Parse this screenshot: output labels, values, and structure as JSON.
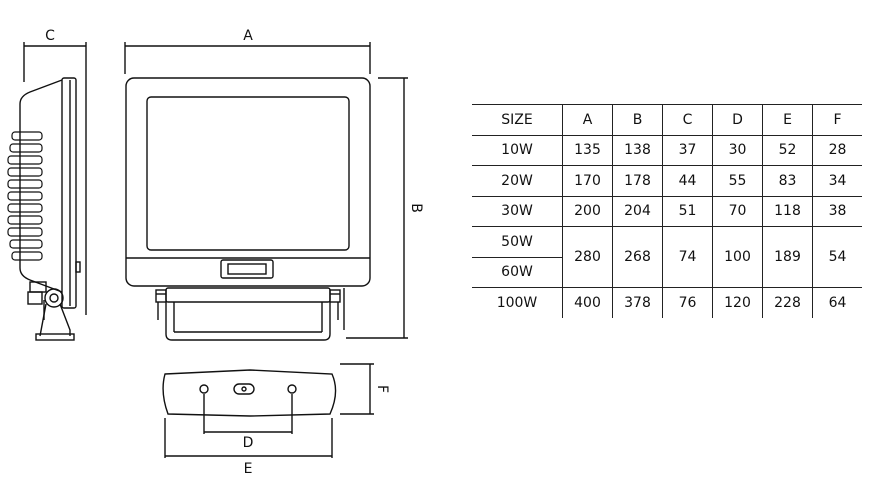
{
  "dimension_labels": {
    "a": "A",
    "b": "B",
    "c": "C",
    "d": "D",
    "e": "E",
    "f": "F"
  },
  "table": {
    "headers": [
      "SIZE",
      "A",
      "B",
      "C",
      "D",
      "E",
      "F"
    ],
    "rows": [
      {
        "size": "10W",
        "a": "135",
        "b": "138",
        "c": "37",
        "d": "30",
        "e": "52",
        "f": "28"
      },
      {
        "size": "20W",
        "a": "170",
        "b": "178",
        "c": "44",
        "d": "55",
        "e": "83",
        "f": "34"
      },
      {
        "size": "30W",
        "a": "200",
        "b": "204",
        "c": "51",
        "d": "70",
        "e": "118",
        "f": "38"
      }
    ],
    "merged": {
      "size_top": "50W",
      "size_bottom": "60W",
      "a": "280",
      "b": "268",
      "c": "74",
      "d": "100",
      "e": "189",
      "f": "54"
    },
    "last": {
      "size": "100W",
      "a": "400",
      "b": "378",
      "c": "76",
      "d": "120",
      "e": "228",
      "f": "64"
    }
  }
}
